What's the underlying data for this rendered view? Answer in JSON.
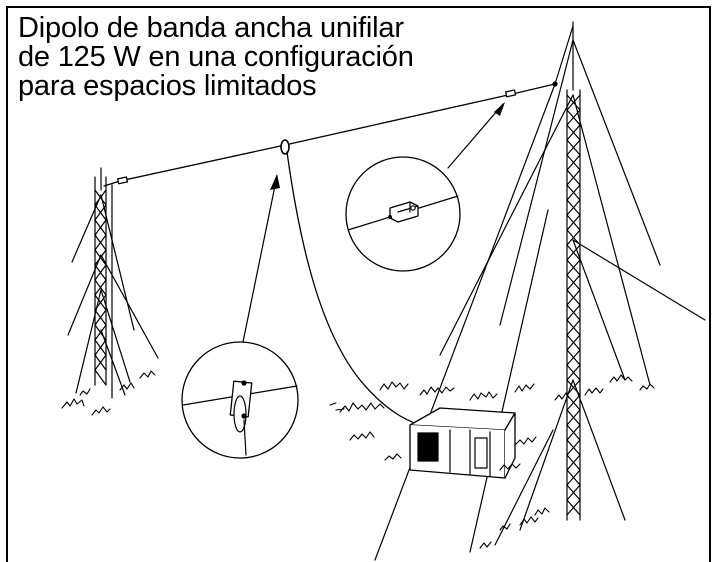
{
  "title": {
    "line1": "Dipolo de banda ancha unifilar",
    "line2": "de 125 W en una configuración",
    "line3": "para espacios limitados"
  },
  "colors": {
    "ink": "#000000",
    "paper": "#ffffff"
  }
}
